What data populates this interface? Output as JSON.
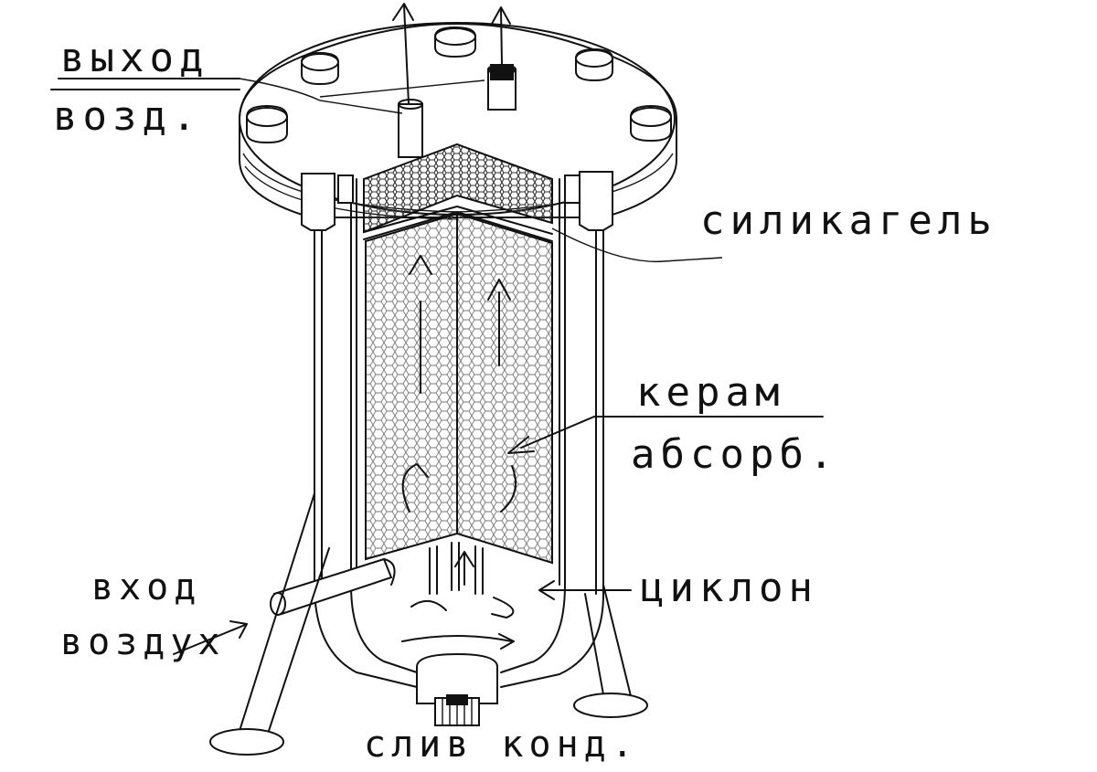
{
  "labels": {
    "outlet_line1": "выход",
    "outlet_line2": "возд.",
    "silica": "силикагель",
    "ceramic_line1": "керам",
    "ceramic_line2": "абсорб.",
    "inlet_line1": "вход",
    "inlet_line2": "воздух",
    "cyclone": "циклон",
    "drain": "слив конд."
  },
  "colors": {
    "ink": "#111111",
    "paper": "#ffffff",
    "mesh": "#9a9a9a"
  }
}
